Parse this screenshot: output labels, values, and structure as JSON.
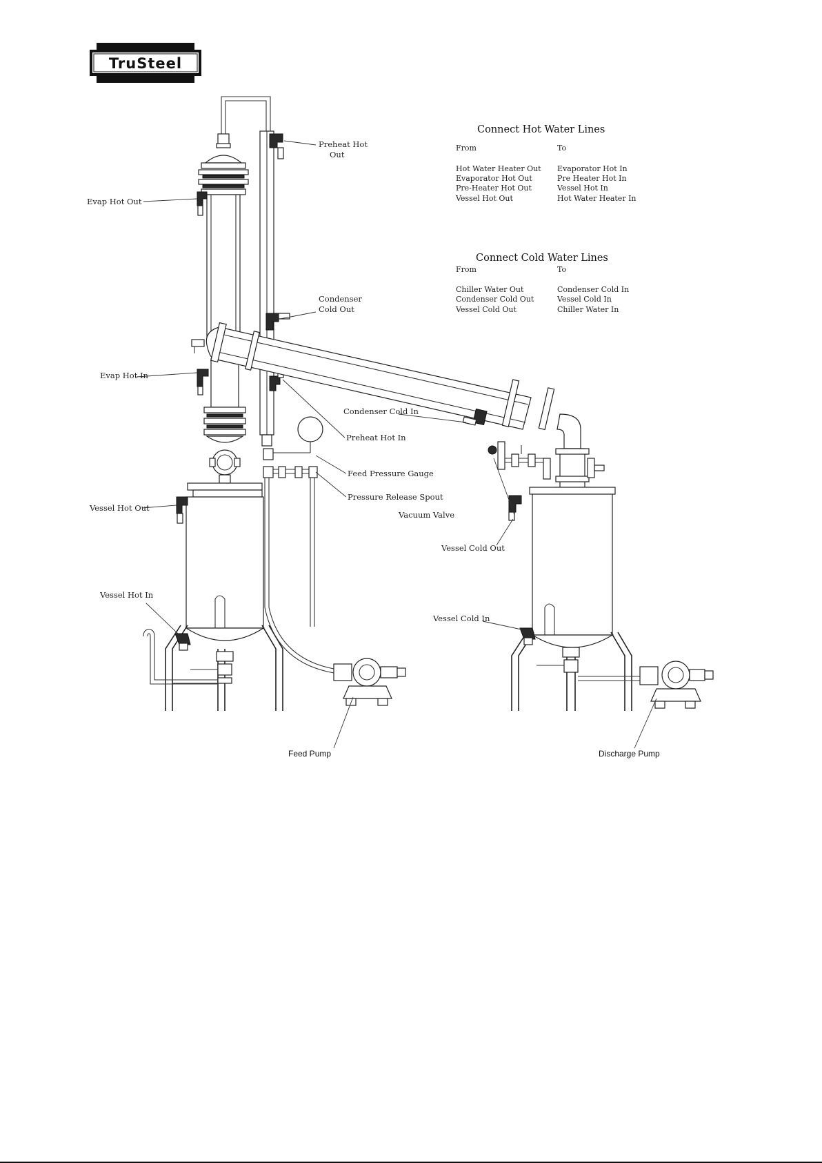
{
  "logo": {
    "text": "TruSteel"
  },
  "hot_water": {
    "title": "Connect Hot Water Lines",
    "from_header": "From",
    "to_header": "To",
    "rows": [
      {
        "from": "Hot Water Heater Out",
        "to": "Evaporator Hot In"
      },
      {
        "from": "Evaporator Hot Out",
        "to": "Pre Heater Hot In"
      },
      {
        "from": "Pre-Heater Hot Out",
        "to": "Vessel Hot In"
      },
      {
        "from": "Vessel Hot Out",
        "to": "Hot Water Heater In"
      }
    ]
  },
  "cold_water": {
    "title": "Connect Cold Water Lines",
    "from_header": "From",
    "to_header": "To",
    "rows": [
      {
        "from": "Chiller Water Out",
        "to": "Condenser Cold In"
      },
      {
        "from": "Condenser Cold Out",
        "to": "Vessel Cold In"
      },
      {
        "from": "Vessel Cold Out",
        "to": "Chiller Water In"
      }
    ]
  },
  "labels": {
    "preheat_hot_out_1": "Preheat Hot",
    "preheat_hot_out_2": "Out",
    "evap_hot_out": "Evap Hot Out",
    "condenser_cold_out_1": "Condenser",
    "condenser_cold_out_2": "Cold Out",
    "evap_hot_in": "Evap Hot In",
    "condenser_cold_in": "Condenser Cold In",
    "preheat_hot_in": "Preheat Hot In",
    "feed_pressure_gauge": "Feed Pressure Gauge",
    "pressure_release_spout": "Pressure Release Spout",
    "vacuum_valve": "Vacuum Valve",
    "vessel_hot_out": "Vessel Hot Out",
    "vessel_cold_out": "Vessel Cold Out",
    "vessel_hot_in": "Vessel Hot In",
    "vessel_cold_in": "Vessel Cold In",
    "feed_pump": "Feed Pump",
    "discharge_pump": "Discharge Pump"
  }
}
